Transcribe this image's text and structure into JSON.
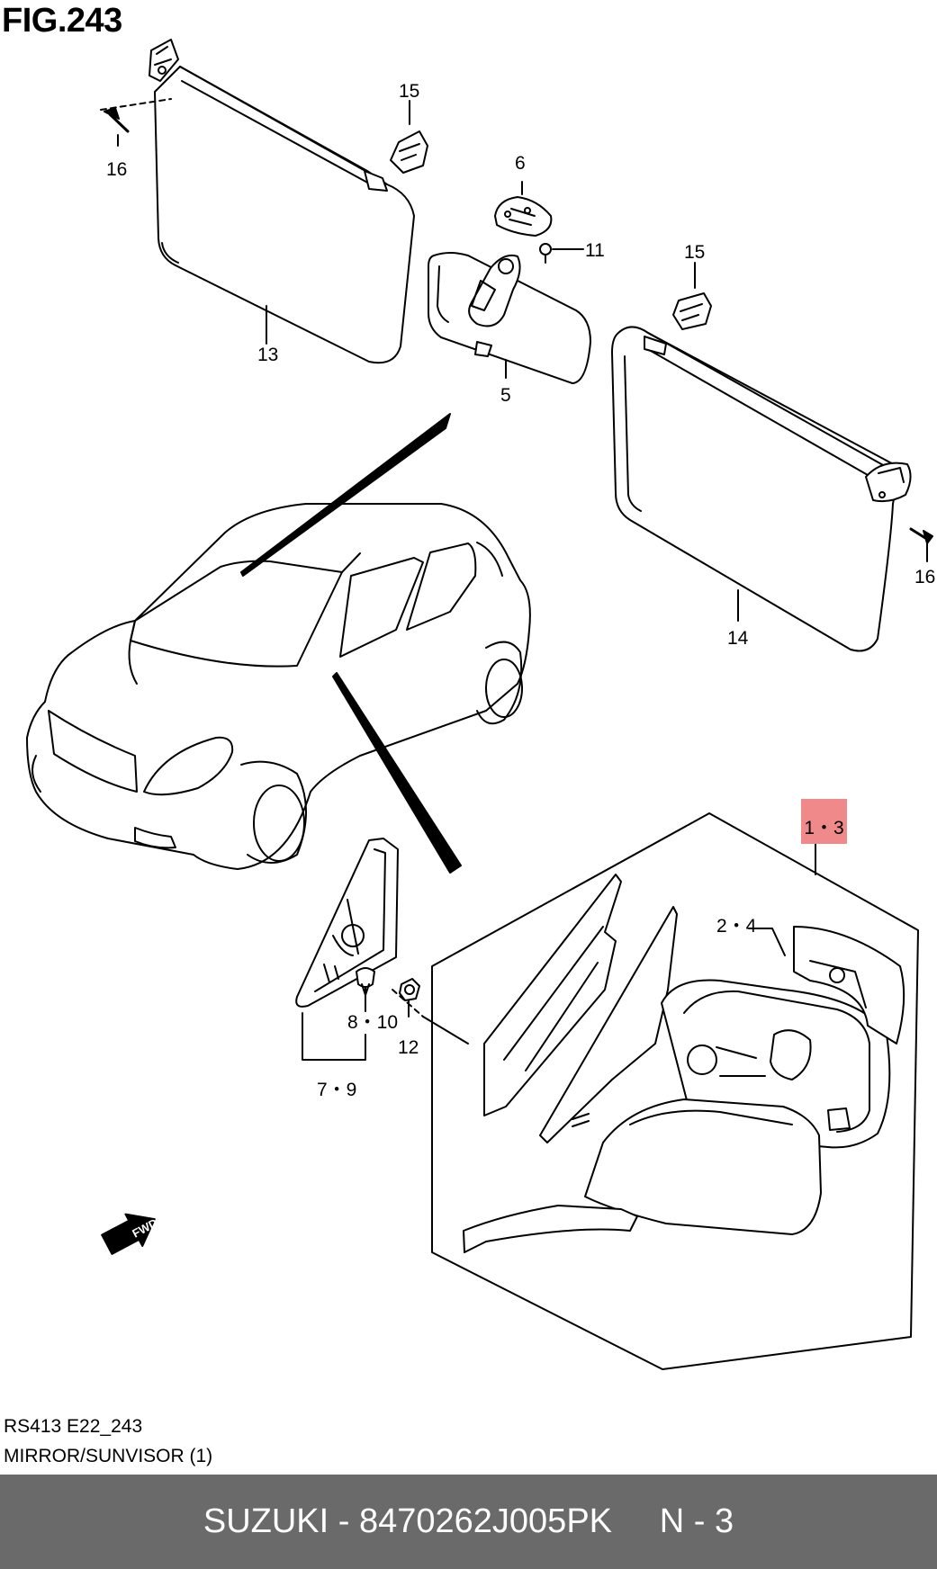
{
  "figure": {
    "title": "FIG.243"
  },
  "callouts": {
    "c16a": "16",
    "c15a": "15",
    "c6": "6",
    "c11": "11",
    "c15b": "15",
    "c13": "13",
    "c5": "5",
    "c16b": "16",
    "c14": "14",
    "c13range": "1・3",
    "c24": "2・4",
    "c810": "8・10",
    "c12": "12",
    "c79": "7・9"
  },
  "fwd_label": "FWD",
  "caption": {
    "model": "RS413 E22_243",
    "section": "MIRROR/SUNVISOR (1)"
  },
  "footer": {
    "text": "SUZUKI - 8470262J005PK     N - 3"
  },
  "colors": {
    "highlight": "#f08a8a",
    "footer_bg": "#6a6a6a",
    "footer_text": "#ffffff"
  }
}
